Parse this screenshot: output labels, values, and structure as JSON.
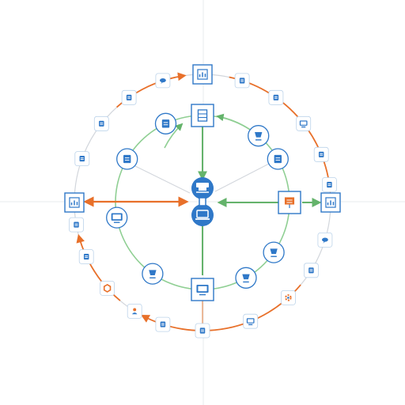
{
  "colors": {
    "background": "#ffffff",
    "blue": "#2f78c8",
    "blue_dark": "#1f5fa8",
    "orange": "#e8702a",
    "green": "#8fcf93",
    "green_dark": "#64b36b",
    "ring": "#d2d6dc",
    "guide": "#e7ebee",
    "node_fill": "#ffffff"
  },
  "hub": {
    "top_icon": "conveyor-robot-icon",
    "bottom_icon": "laptop-icon"
  },
  "inner_ring": {
    "nodes": [
      {
        "name": "inner-node-top",
        "angle": 270,
        "shape": "square",
        "icon": "server-rack-icon"
      },
      {
        "name": "inner-node-top-right",
        "angle": 310,
        "shape": "circle",
        "icon": "beaker-icon"
      },
      {
        "name": "inner-node-right-top",
        "angle": 330,
        "shape": "circle",
        "icon": "open-book-icon"
      },
      {
        "name": "inner-node-right",
        "angle": 0,
        "shape": "square",
        "icon": "presentation-board-icon"
      },
      {
        "name": "inner-node-right-bottom",
        "angle": 35,
        "shape": "circle",
        "icon": "ship-icon"
      },
      {
        "name": "inner-node-bottom-right",
        "angle": 60,
        "shape": "circle",
        "icon": "badge-icon"
      },
      {
        "name": "inner-node-bottom",
        "angle": 90,
        "shape": "square",
        "icon": "desktop-computer-icon"
      },
      {
        "name": "inner-node-bottom-left",
        "angle": 125,
        "shape": "circle",
        "icon": "lamp-icon"
      },
      {
        "name": "inner-node-left",
        "angle": 170,
        "shape": "circle",
        "icon": "monitor-icon"
      },
      {
        "name": "inner-node-left-top",
        "angle": 210,
        "shape": "circle",
        "icon": "phone-icon"
      },
      {
        "name": "inner-node-top-left",
        "angle": 245,
        "shape": "circle",
        "icon": "document-chart-icon"
      }
    ]
  },
  "outer_ring": {
    "nodes": [
      {
        "name": "outer-node-1",
        "angle": 270,
        "shape": "square",
        "icon": "report-icon"
      },
      {
        "name": "outer-node-2",
        "angle": 288,
        "shape": "plain",
        "icon": "megaphone-icon"
      },
      {
        "name": "outer-node-3",
        "angle": 305,
        "shape": "plain",
        "icon": "pin-icon"
      },
      {
        "name": "outer-node-4",
        "angle": 322,
        "shape": "plain",
        "icon": "tablet-icon"
      },
      {
        "name": "outer-node-5",
        "angle": 338,
        "shape": "plain",
        "icon": "hand-icon"
      },
      {
        "name": "outer-node-6",
        "angle": 352,
        "shape": "plain",
        "icon": "pencil-icon"
      },
      {
        "name": "outer-node-7",
        "angle": 0,
        "shape": "square",
        "icon": "bar-chart-icon"
      },
      {
        "name": "outer-node-8",
        "angle": 17,
        "shape": "plain",
        "icon": "chat-icon"
      },
      {
        "name": "outer-node-9",
        "angle": 32,
        "shape": "plain",
        "icon": "phone-icon"
      },
      {
        "name": "outer-node-10",
        "angle": 48,
        "shape": "plain",
        "icon": "gear-icon"
      },
      {
        "name": "outer-node-11",
        "angle": 68,
        "shape": "plain",
        "icon": "mobile-icon"
      },
      {
        "name": "outer-node-12",
        "angle": 90,
        "shape": "plain",
        "icon": "compass-icon"
      },
      {
        "name": "outer-node-13",
        "angle": 108,
        "shape": "plain",
        "icon": "keyboard-icon"
      },
      {
        "name": "outer-node-14",
        "angle": 122,
        "shape": "plain",
        "icon": "user-icon"
      },
      {
        "name": "outer-node-15",
        "angle": 138,
        "shape": "plain",
        "icon": "hexagon-icon"
      },
      {
        "name": "outer-node-16",
        "angle": 155,
        "shape": "plain",
        "icon": "lightning-icon"
      },
      {
        "name": "outer-node-17",
        "angle": 170,
        "shape": "plain",
        "icon": "globe-icon"
      },
      {
        "name": "outer-node-18",
        "angle": 180,
        "shape": "square",
        "icon": "spreadsheet-icon"
      },
      {
        "name": "outer-node-19",
        "angle": 200,
        "shape": "plain",
        "icon": "tree-icon"
      },
      {
        "name": "outer-node-20",
        "angle": 218,
        "shape": "plain",
        "icon": "clock-icon"
      },
      {
        "name": "outer-node-21",
        "angle": 235,
        "shape": "plain",
        "icon": "handshake-icon"
      },
      {
        "name": "outer-node-22",
        "angle": 252,
        "shape": "plain",
        "icon": "cloud-icon"
      }
    ]
  },
  "outer_arcs": [
    {
      "name": "orange-arc-top-right",
      "from_angle": 282,
      "to_angle": 355,
      "color": "orange"
    },
    {
      "name": "orange-arc-bottom",
      "from_angle": 40,
      "to_angle": 118,
      "color": "orange"
    },
    {
      "name": "orange-arc-left",
      "from_angle": 130,
      "to_angle": 165,
      "color": "orange"
    },
    {
      "name": "orange-arc-top-left",
      "from_angle": 228,
      "to_angle": 262,
      "color": "orange"
    }
  ]
}
